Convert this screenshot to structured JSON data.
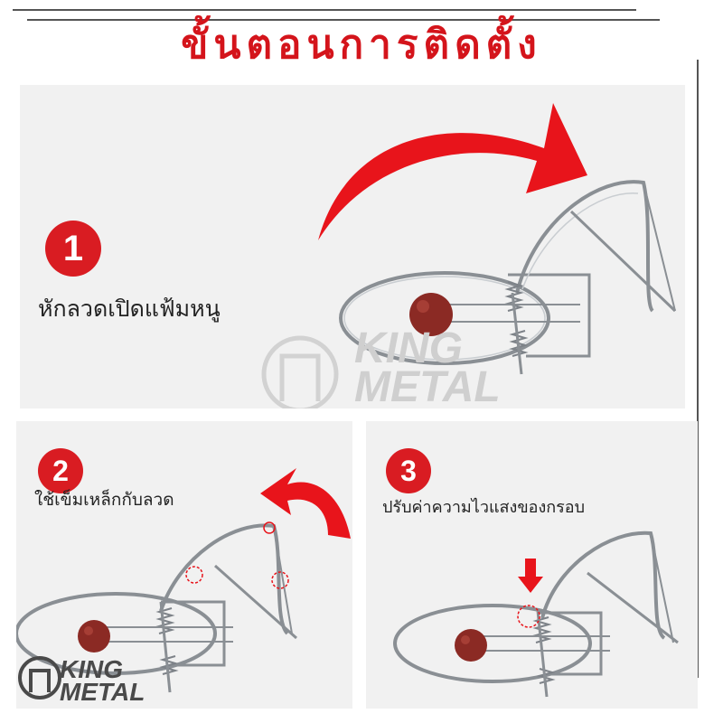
{
  "title": "ขั้นตอนการติดตั้ง",
  "watermark": {
    "line1": "KING",
    "line2": "METAL"
  },
  "steps": [
    {
      "number": "1",
      "label": "หักลวดเปิดแฟ้มหนู"
    },
    {
      "number": "2",
      "label": "ใช้เข็มเหล็กกับลวด"
    },
    {
      "number": "3",
      "label": "ปรับค่าความไวแสงของกรอบ"
    }
  ],
  "colors": {
    "accent_red": "#d91c22",
    "panel_bg": "#f1f1f1",
    "wire": "#8a8f94",
    "bait": "#8b2a24"
  }
}
